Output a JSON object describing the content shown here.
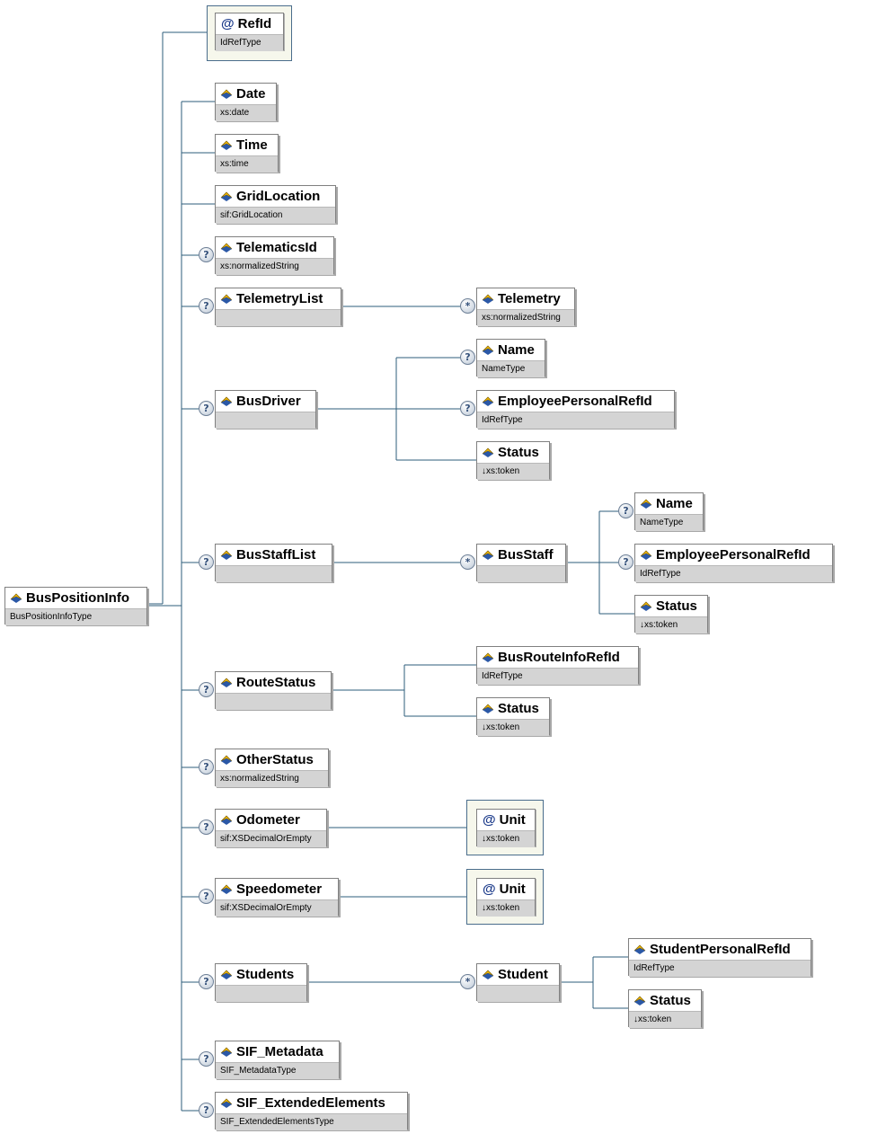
{
  "root": {
    "name": "BusPositionInfo",
    "type": "BusPositionInfoType"
  },
  "attributes": {
    "refid": {
      "name": "RefId",
      "type": "IdRefType"
    },
    "odometer_unit": {
      "name": "Unit",
      "type": "↓xs:token"
    },
    "speedometer_unit": {
      "name": "Unit",
      "type": "↓xs:token"
    }
  },
  "elements": {
    "date": {
      "name": "Date",
      "type": "xs:date"
    },
    "time": {
      "name": "Time",
      "type": "xs:time"
    },
    "gridlocation": {
      "name": "GridLocation",
      "type": "sif:GridLocation"
    },
    "telematicsid": {
      "name": "TelematicsId",
      "type": "xs:normalizedString"
    },
    "telemetrylist": {
      "name": "TelemetryList",
      "type": ""
    },
    "telemetry": {
      "name": "Telemetry",
      "type": "xs:normalizedString"
    },
    "busdriver": {
      "name": "BusDriver",
      "type": ""
    },
    "busdriver_name": {
      "name": "Name",
      "type": "NameType"
    },
    "busdriver_employeepersonalrefid": {
      "name": "EmployeePersonalRefId",
      "type": "IdRefType"
    },
    "busdriver_status": {
      "name": "Status",
      "type": "↓xs:token"
    },
    "busstafflist": {
      "name": "BusStaffList",
      "type": ""
    },
    "busstaff": {
      "name": "BusStaff",
      "type": ""
    },
    "busstaff_name": {
      "name": "Name",
      "type": "NameType"
    },
    "busstaff_employeepersonalrefid": {
      "name": "EmployeePersonalRefId",
      "type": "IdRefType"
    },
    "busstaff_status": {
      "name": "Status",
      "type": "↓xs:token"
    },
    "routestatus": {
      "name": "RouteStatus",
      "type": ""
    },
    "busrouteinforefid": {
      "name": "BusRouteInfoRefId",
      "type": "IdRefType"
    },
    "routestatus_status": {
      "name": "Status",
      "type": "↓xs:token"
    },
    "otherstatus": {
      "name": "OtherStatus",
      "type": "xs:normalizedString"
    },
    "odometer": {
      "name": "Odometer",
      "type": "sif:XSDecimalOrEmpty"
    },
    "speedometer": {
      "name": "Speedometer",
      "type": "sif:XSDecimalOrEmpty"
    },
    "students": {
      "name": "Students",
      "type": ""
    },
    "student": {
      "name": "Student",
      "type": ""
    },
    "studentpersonalrefid": {
      "name": "StudentPersonalRefId",
      "type": "IdRefType"
    },
    "student_status": {
      "name": "Status",
      "type": "↓xs:token"
    },
    "sif_metadata": {
      "name": "SIF_Metadata",
      "type": "SIF_MetadataType"
    },
    "sif_extendedelements": {
      "name": "SIF_ExtendedElements",
      "type": "SIF_ExtendedElementsType"
    }
  },
  "symbols": {
    "optional": "?",
    "repeating": "*",
    "attribute": "@"
  },
  "colors": {
    "connector": "#2d5d7b",
    "header_bg": "#ffffff",
    "type_bg": "#d4d4d4",
    "attribute_frame": "#f6f7ec"
  }
}
